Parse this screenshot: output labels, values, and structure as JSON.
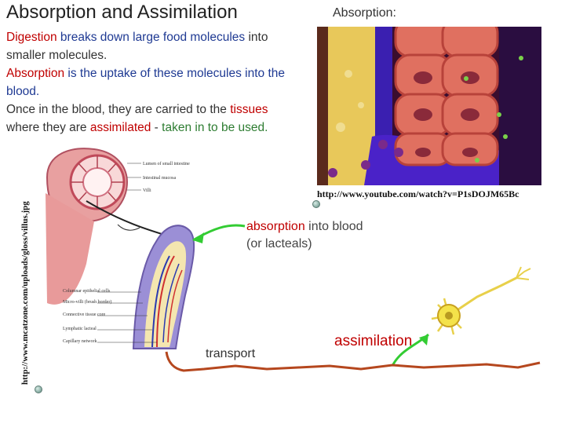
{
  "slide": {
    "title": "Absorption and Assimilation",
    "para1": {
      "t1": "Digestion",
      "t2": " breaks down large food molecules",
      "t3": " into smaller molecules."
    },
    "para2": {
      "t1": "Absorption",
      "t2": " is the uptake of these molecules into the blood."
    },
    "para3": {
      "t1": "Once in the blood, they are carried to the ",
      "t2": "tissues",
      "t3": " where they are ",
      "t4": "assimilated",
      "t5": " - ",
      "t6": "taken in to be used."
    },
    "absorption_label": "Absorption:",
    "video_credit": "http://www.youtube.com/watch?v=P1sDOJM65Bc",
    "image_credit": "http://www.mcatzone.com/uploads/gloss/villus.jpg",
    "blood_label": {
      "t1": "absorption",
      "t2": " into blood",
      "line2": "(or lacteals)"
    },
    "transport_label": "transport",
    "assimilation_label": "assimilation",
    "diagram_labels": {
      "lumen": "Lumen of small intestine",
      "mucosa": "Intestinal mucosa",
      "villi": "Villi",
      "epithelial": "Columnar epithelial cells",
      "microvilli": "Micro-villi (brush border)",
      "connective": "Connective tissue core",
      "lacteal": "Lymphatic lacteal",
      "capillary": "Capillary network"
    },
    "colors": {
      "red": "#c00000",
      "blue": "#1f3a93",
      "green": "#2e7d32",
      "arrow": "#33cc33",
      "blood_line": "#b5471e"
    }
  }
}
